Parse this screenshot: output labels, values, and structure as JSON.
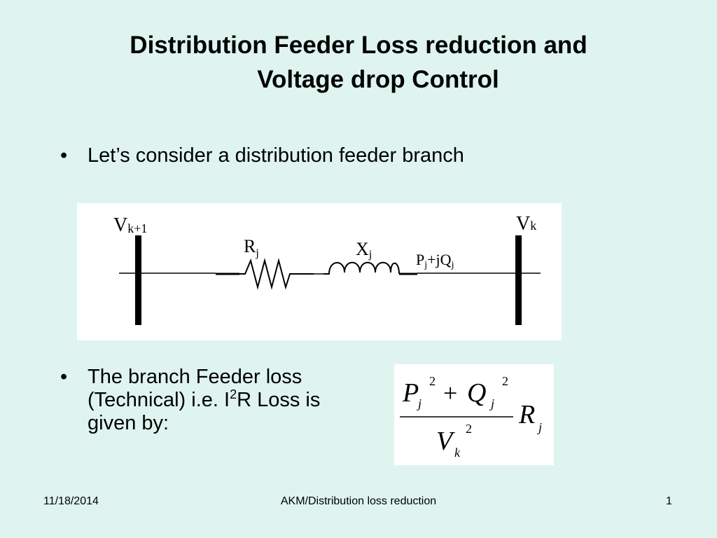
{
  "title": {
    "line1": "Distribution Feeder Loss reduction and",
    "line2": "Voltage drop Control"
  },
  "bullets": [
    {
      "marker": "•",
      "text": "Let’s consider a distribution feeder branch"
    },
    {
      "marker": "•",
      "text_line1": "The branch Feeder loss",
      "text_line2_a": "(Technical) i.e. I",
      "text_line2_sup": "2",
      "text_line2_b": "R Loss is",
      "text_line3": "given by:"
    }
  ],
  "circuit": {
    "v_left": "V",
    "v_left_sub": "k+1",
    "v_right": "V",
    "v_right_sub": "k",
    "resistor": "R",
    "resistor_sub": "j",
    "reactance": "X",
    "reactance_sub": "j",
    "power_p": "P",
    "power_p_sub": "j",
    "power_mid": "+jQ",
    "power_q_sub": "j"
  },
  "formula": {
    "p": "P",
    "p_sub": "j",
    "p_exp": "2",
    "plus": "+",
    "q": "Q",
    "q_sub": "j",
    "q_exp": "2",
    "v": "V",
    "v_sub": "k",
    "v_exp": "2",
    "r": "R",
    "r_sub": "j"
  },
  "footer": {
    "date": "11/18/2014",
    "center": "AKM/Distribution loss reduction",
    "page": "1"
  }
}
